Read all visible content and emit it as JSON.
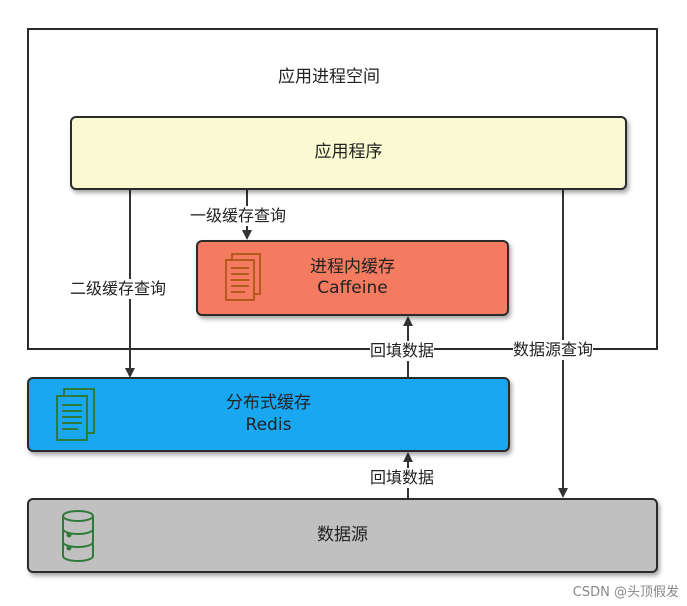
{
  "diagram": {
    "process_space_title": "应用进程空间",
    "app": {
      "label": "应用程序",
      "color": "#fafad2"
    },
    "local_cache": {
      "label": "进程内缓存",
      "sub": "Caffeine",
      "color": "#f47a60"
    },
    "distributed_cache": {
      "label": "分布式缓存",
      "sub": "Redis",
      "color": "#1aa7f2"
    },
    "datasource": {
      "label": "数据源",
      "color": "#c0c0c0"
    },
    "edges": {
      "l1_query": "一级缓存查询",
      "l2_query": "二级缓存查询",
      "ds_query": "数据源查询",
      "backfill_local": "回填数据",
      "backfill_redis": "回填数据"
    }
  },
  "icons": {
    "local_cache_icon": "document-stack-icon",
    "redis_icon": "document-stack-icon",
    "datasource_icon": "database-icon"
  },
  "watermark": "CSDN @头顶假发"
}
